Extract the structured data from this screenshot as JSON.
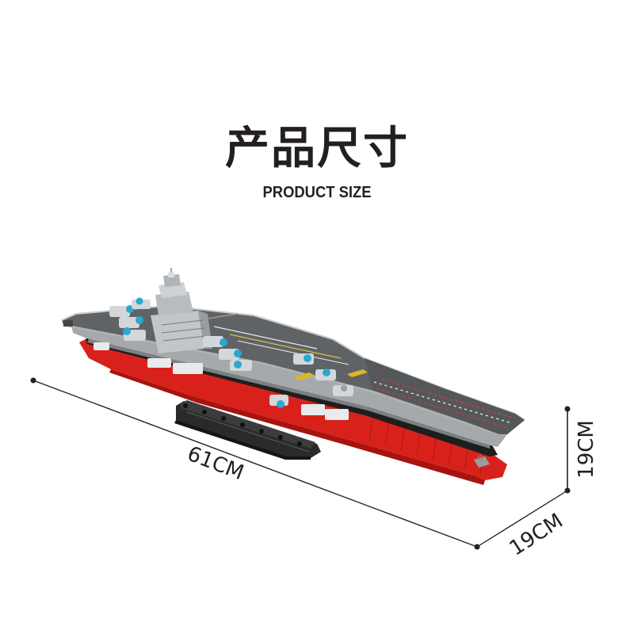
{
  "header": {
    "title_cn": "产品尺寸",
    "title_en": "PRODUCT SIZE"
  },
  "product": {
    "name": "aircraft-carrier-brick-model",
    "colors": {
      "hull_red": "#d9211c",
      "hull_black": "#1e1e1e",
      "deck_gray": "#5f6366",
      "superstructure_gray": "#b9bcbe",
      "canopy_blue": "#2aa7d3",
      "stand_black": "#2a2a2a"
    }
  },
  "dimensions": {
    "length": "61CM",
    "width": "19CM",
    "height": "19CM",
    "line_color": "#231f20"
  }
}
